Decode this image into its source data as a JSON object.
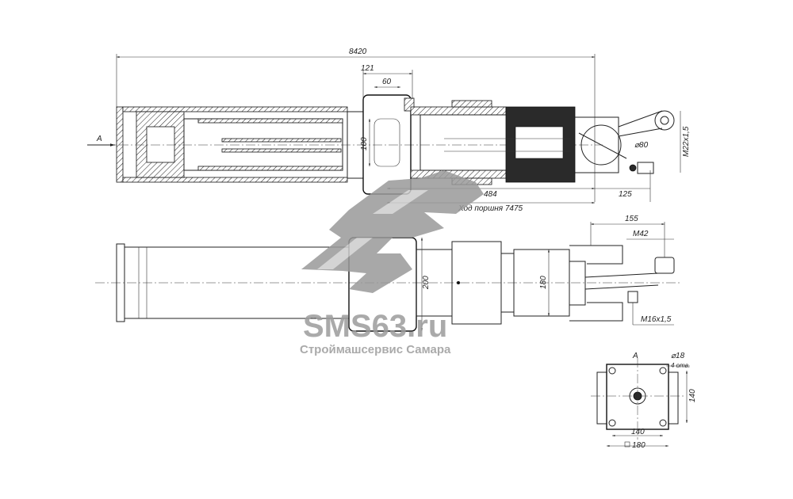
{
  "dimensions": {
    "overall_length": "8420",
    "d121": "121",
    "d60": "60",
    "d100": "100",
    "d484": "484",
    "d125": "125",
    "stroke": "Ход поршня 7475",
    "phi80": "⌀80",
    "m22": "M22x1,5",
    "d155": "155",
    "m42": "M42",
    "d200": "200",
    "d180_side": "180",
    "m16": "M16x1,5",
    "view_a": "A",
    "view_label": "A",
    "phi18": "⌀18",
    "holes4": "4 отв.",
    "d140_right": "140",
    "d140_bottom": "140",
    "d180_square": "180"
  },
  "watermark": {
    "brand": "SMS63.ru",
    "subtitle": "Строймашсервис Самара",
    "color": "#9a9a9a"
  }
}
